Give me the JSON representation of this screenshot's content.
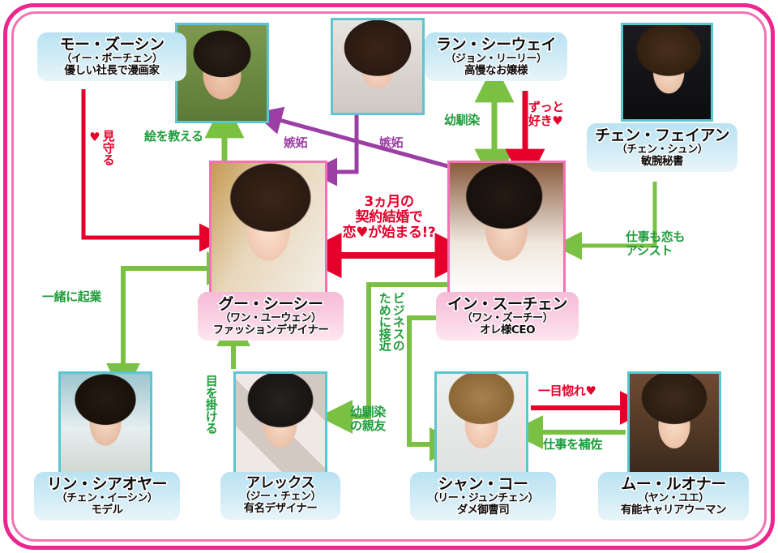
{
  "frame": {
    "outer_color": "#ec268f",
    "inner_color": "#f173b4"
  },
  "palette": {
    "green": "#7ac143",
    "green_text": "#1f9c3c",
    "red": "#e4002b",
    "purple": "#9b3fa5",
    "blue_label": "#b9e2f2",
    "pink_label": "#f6bcd6",
    "photo_border_blue": "#5bc6d0",
    "photo_border_pink": "#f173b4"
  },
  "characters": [
    {
      "id": "mo-zuxin",
      "name": "モー・ズーシン",
      "actor": "（イー・ボーチェン）",
      "role": "優しい社長で漫画家",
      "label_color": "blue"
    },
    {
      "id": "lan-siwei",
      "name": "ラン・シーウェイ",
      "actor": "（ジョン・リーリー）",
      "role": "高慢なお嬢様",
      "label_color": "blue"
    },
    {
      "id": "chen-feian",
      "name": "チェン・フェイアン",
      "actor": "（チェン・シュン）",
      "role": "敏腕秘書",
      "label_color": "blue"
    },
    {
      "id": "gu-xixi",
      "name": "グー・シーシー",
      "actor": "（ワン・ユーウェン）",
      "role": "ファッションデザイナー",
      "label_color": "pink"
    },
    {
      "id": "yin-suchen",
      "name": "イン・スーチェン",
      "actor": "（ワン・ズーチー）",
      "role": "オレ様CEO",
      "label_color": "pink"
    },
    {
      "id": "lin-xiaoya",
      "name": "リン・シアオヤー",
      "actor": "（チェン・イーシン）",
      "role": "モデル",
      "label_color": "blue"
    },
    {
      "id": "alex",
      "name": "アレックス",
      "actor": "（ジー・チェン）",
      "role": "有名デザイナー",
      "label_color": "blue"
    },
    {
      "id": "shan-ke",
      "name": "シャン・コー",
      "actor": "（リー・ジュンチェン）",
      "role": "ダメ御曹司",
      "label_color": "blue"
    },
    {
      "id": "mu-luona",
      "name": "ムー・ルオナー",
      "actor": "（ヤン・ユエ）",
      "role": "有能キャリアウーマン",
      "label_color": "blue"
    }
  ],
  "relations": [
    {
      "id": "rel-mimamoru",
      "text": "見守る\n♥",
      "color": "red",
      "from": "mo-zuxin",
      "to": "gu-xixi"
    },
    {
      "id": "rel-e-o-oshieru",
      "text": "絵を教える",
      "color": "green",
      "from": "gu-xixi",
      "to": "mo-zuxin"
    },
    {
      "id": "rel-shitto-1",
      "text": "嫉妬",
      "color": "purple",
      "from": "yin-suchen",
      "to": "mo-zuxin"
    },
    {
      "id": "rel-shitto-2",
      "text": "嫉妬",
      "color": "purple",
      "from": "lan-siwei",
      "to": "gu-xixi"
    },
    {
      "id": "rel-osananajimi",
      "text": "幼馴染",
      "color": "green",
      "from": "lan-siwei",
      "to": "yin-suchen"
    },
    {
      "id": "rel-zutto-suki",
      "text": "ずっと\n好き♥",
      "color": "red",
      "from": "lan-siwei",
      "to": "yin-suchen"
    },
    {
      "id": "rel-assist",
      "text": "仕事も恋も\nアシスト",
      "color": "green",
      "from": "chen-feian",
      "to": "yin-suchen"
    },
    {
      "id": "rel-keiyaku",
      "text": "3ヵ月の\n契約結婚で\n恋♥が始まる!?",
      "color": "red",
      "from": "gu-xixi",
      "to": "yin-suchen"
    },
    {
      "id": "rel-kigyou",
      "text": "一緒に起業",
      "color": "green",
      "from": "gu-xixi",
      "to": "lin-xiaoya"
    },
    {
      "id": "rel-me-o-kakeru",
      "text": "目を掛ける",
      "color": "green",
      "from": "alex",
      "to": "gu-xixi"
    },
    {
      "id": "rel-business",
      "text": "ビジネスの\nために接近",
      "color": "green",
      "from": "yin-suchen",
      "to": "alex"
    },
    {
      "id": "rel-shinyuu",
      "text": "幼馴染\nの親友",
      "color": "green",
      "from": "yin-suchen",
      "to": "shan-ke"
    },
    {
      "id": "rel-hitomebore",
      "text": "一目惚れ♥",
      "color": "red",
      "from": "shan-ke",
      "to": "mu-luona"
    },
    {
      "id": "rel-hosa",
      "text": "仕事を補佐",
      "color": "green",
      "from": "mu-luona",
      "to": "shan-ke"
    }
  ]
}
